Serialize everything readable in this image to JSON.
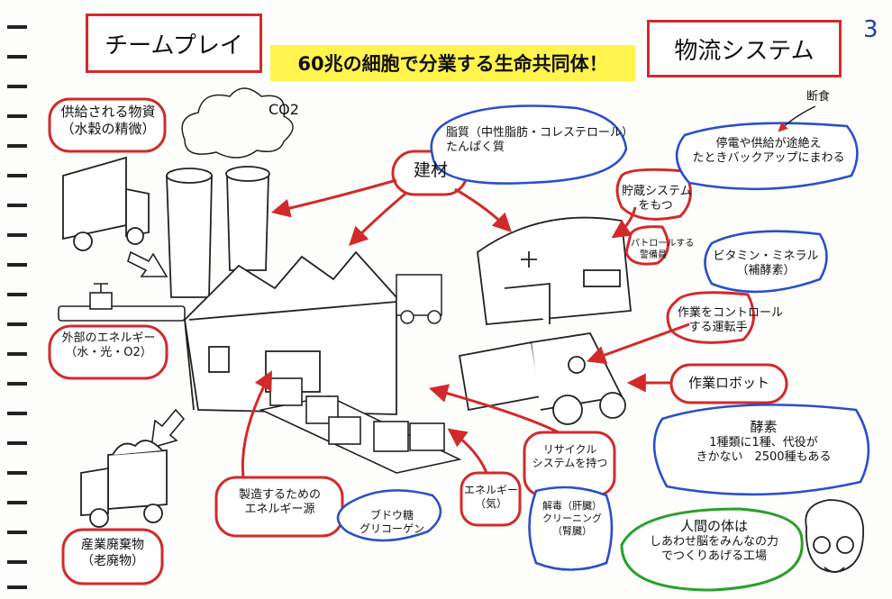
{
  "page_number": "3",
  "title_left": "チームプレイ",
  "title_right": "物流システム",
  "headline": "60兆の細胞で分業する生命共同体！",
  "co2": "CO2",
  "labels": {
    "supplied_materials": [
      "供給される物資",
      "（水穀の精微）"
    ],
    "building_material": "建材",
    "lipids": [
      "脂質（中性脂肪・コレステロール）",
      "たんぱく質"
    ],
    "fasting": "断食",
    "backup": [
      "停電や供給が途絶え",
      "たときバックアップにまわる"
    ],
    "storage": [
      "貯蔵システム",
      "をもつ"
    ],
    "patrol": [
      "パトロールする",
      "警備員"
    ],
    "vitamins": [
      "ビタミン・ミネラル",
      "（補酵素）"
    ],
    "driver": [
      "作業をコントロール",
      "する運転手"
    ],
    "robot": "作業ロボット",
    "enzyme": [
      "酵素",
      "1種類に1種、代役が",
      "きかない　2500種もある"
    ],
    "external_energy": [
      "外部のエネルギー",
      "（水・光・O2）"
    ],
    "recycle": [
      "リサイクル",
      "システムを持つ"
    ],
    "decompose": [
      "解毒（肝臓）",
      "クリーニング",
      "（腎臓）"
    ],
    "energy_qi": [
      "エネルギー",
      "（気）"
    ],
    "manufacturing_energy": [
      "製造するための",
      "エネルギー源"
    ],
    "glucose": [
      "ブドウ糖",
      "グリコーゲン"
    ],
    "waste": [
      "産業廃棄物",
      "（老廃物）"
    ],
    "human_body": [
      "人間の体は",
      "しあわせ脳をみんなの力",
      "でつくりあげる工場"
    ]
  }
}
